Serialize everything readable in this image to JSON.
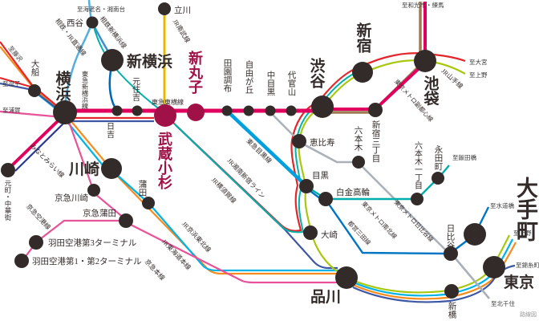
{
  "map": {
    "corner_note": "路線図",
    "station_color": "#332B29",
    "highlight_color": "#A01148",
    "stations": [
      {
        "name": "西谷"
      },
      {
        "name": "立川"
      },
      {
        "name": "新横浜"
      },
      {
        "name": "横浜"
      },
      {
        "name": "大船"
      },
      {
        "name": "日吉"
      },
      {
        "name": "元住吉"
      },
      {
        "name": "武蔵小杉"
      },
      {
        "name": "新丸子"
      },
      {
        "name": "田園調布"
      },
      {
        "name": "自由が丘"
      },
      {
        "name": "中目黒"
      },
      {
        "name": "代官山"
      },
      {
        "name": "渋谷"
      },
      {
        "name": "新宿"
      },
      {
        "name": "新宿三丁目"
      },
      {
        "name": "池袋"
      },
      {
        "name": "恵比寿"
      },
      {
        "name": "目黒"
      },
      {
        "name": "白金高輪"
      },
      {
        "name": "大崎"
      },
      {
        "name": "六本木"
      },
      {
        "name": "六本木一丁目"
      },
      {
        "name": "永田町"
      },
      {
        "name": "日比谷"
      },
      {
        "name": "大手町"
      },
      {
        "name": "東京"
      },
      {
        "name": "新橋"
      },
      {
        "name": "品川"
      },
      {
        "name": "川崎"
      },
      {
        "name": "蒲田"
      },
      {
        "name": "京急川崎"
      },
      {
        "name": "京急蒲田"
      },
      {
        "name": "羽田空港第3ターミナル"
      },
      {
        "name": "羽田空港第1・第2ターミナル"
      },
      {
        "name": "元町・中華街"
      }
    ],
    "line_labels": [
      {
        "name": "相鉄新横浜線",
        "color": "#3E8FD0"
      },
      {
        "name": "相鉄・JR直通線",
        "color": "#00B2A9"
      },
      {
        "name": "東急新横浜線",
        "color": "#0068B7"
      },
      {
        "name": "JR南武線",
        "color": "#D9A900"
      },
      {
        "name": "東急東横線",
        "color": "#E0005D"
      },
      {
        "name": "みなとみらい線",
        "color": "#283891"
      },
      {
        "name": "京急空港線",
        "color": "#E85298"
      },
      {
        "name": "京急本線",
        "color": "#E85298"
      },
      {
        "name": "JR東海道本線",
        "color": "#F68B1E"
      },
      {
        "name": "JR京浜東北線",
        "color": "#00A7DB"
      },
      {
        "name": "JR横須賀線",
        "color": "#3E57A5"
      },
      {
        "name": "JR湘南新宿ライン",
        "color": "#E3262C"
      },
      {
        "name": "東急目黒線",
        "color": "#00A0DE"
      },
      {
        "name": "東京メトロ副都心線",
        "color": "#C75D8D"
      },
      {
        "name": "JR山手線",
        "color": "#9BBF0F"
      },
      {
        "name": "東京メトロ南北線",
        "color": "#00ADA9"
      },
      {
        "name": "都営三田線",
        "color": "#0075C2"
      },
      {
        "name": "東京メトロ日比谷線",
        "color": "#9FA8B0"
      }
    ],
    "terminals": [
      {
        "text": "至海老名・湘南台"
      },
      {
        "text": "至藤沢"
      },
      {
        "text": "至逗子"
      },
      {
        "text": "至浦賀"
      },
      {
        "text": "至和光市・練馬"
      },
      {
        "text": "至大宮"
      },
      {
        "text": "至上野"
      },
      {
        "text": "至飯田橋"
      },
      {
        "text": "至水道橋"
      },
      {
        "text": "至上野"
      },
      {
        "text": "至錦糸町"
      },
      {
        "text": "至北千住"
      }
    ]
  }
}
